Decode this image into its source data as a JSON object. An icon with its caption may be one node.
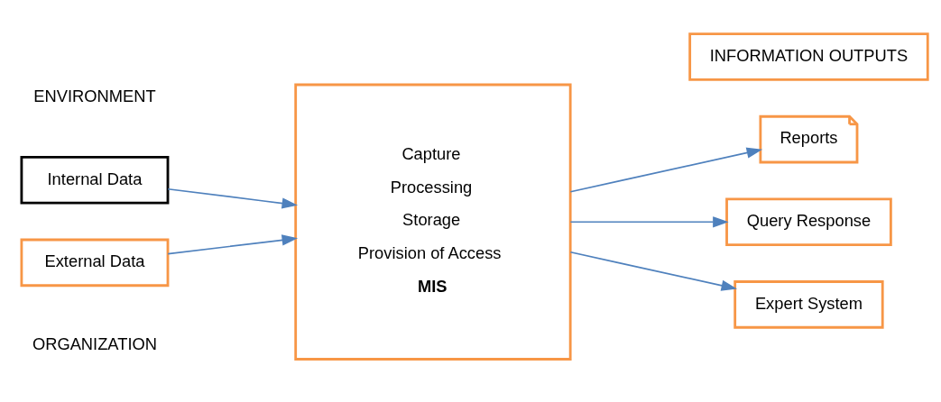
{
  "diagram": {
    "nodes": [
      {
        "text": [
          "Internal Data"
        ]
      },
      {
        "text": [
          "External Data"
        ]
      },
      {
        "text": [
          "Capture",
          "Processing",
          "Storage",
          "Provision of Access",
          "MIS"
        ]
      },
      {
        "text": [
          "INFORMATION OUTPUTS"
        ]
      },
      {
        "text": [
          "Reports"
        ]
      },
      {
        "text": [
          "Query Response"
        ]
      },
      {
        "text": [
          "Expert System"
        ]
      }
    ],
    "edges": [
      {
        "from": 0,
        "to": 2,
        "arrow": "to"
      },
      {
        "from": 1,
        "to": 2,
        "arrow": "to"
      },
      {
        "from": 2,
        "to": 4,
        "arrow": "to"
      },
      {
        "from": 2,
        "to": 5,
        "arrow": "to"
      },
      {
        "from": 2,
        "to": 6,
        "arrow": "to"
      }
    ],
    "labels": [
      "ENVIRONMENT",
      "ORGANIZATION"
    ]
  }
}
